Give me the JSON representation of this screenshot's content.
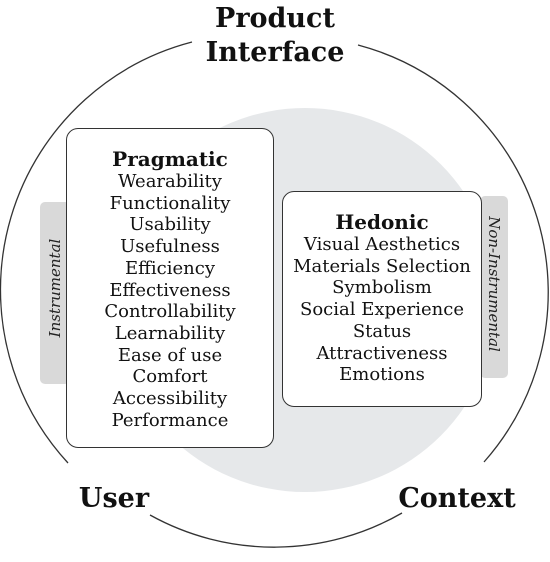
{
  "titles": {
    "product_interface_line1": "Product",
    "product_interface_line2": "Interface",
    "user": "User",
    "context": "Context"
  },
  "pragmatic": {
    "heading": "Pragmatic",
    "items": [
      "Wearability",
      "Functionality",
      "Usability",
      "Usefulness",
      "Efficiency",
      "Effectiveness",
      "Controllability",
      "Learnability",
      "Ease of use",
      "Comfort",
      "Accessibility",
      "Performance"
    ]
  },
  "hedonic": {
    "heading": "Hedonic",
    "items": [
      "Visual Aesthetics",
      "Materials Selection",
      "Symbolism",
      "Social Experience",
      "Status",
      "Attractiveness",
      "Emotions"
    ]
  },
  "side_labels": {
    "left": "Instrumental",
    "right": "Non-Instrumental"
  },
  "colors": {
    "inner_circle": "#e6e8ea",
    "outer_ring": "#333333",
    "tab": "#d9d9d9"
  }
}
